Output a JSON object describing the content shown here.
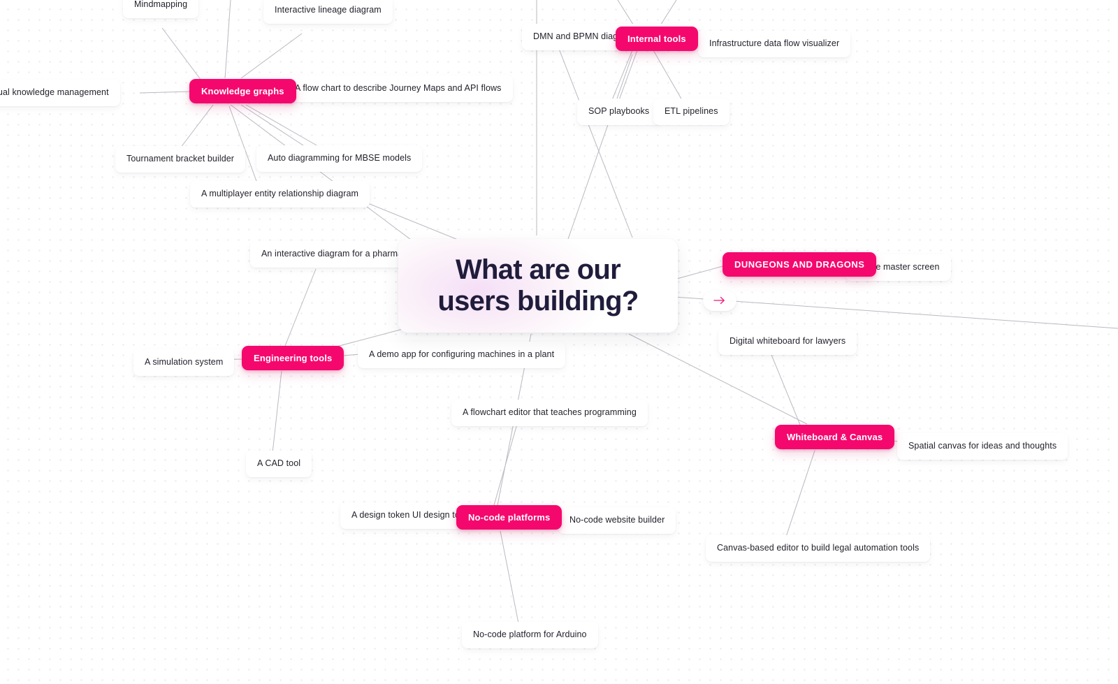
{
  "canvas": {
    "background_color": "#ffffff",
    "dot_grid_color": "#e9e9ee",
    "edge_color": "#b9b9c2",
    "accent_color": "#F5086E",
    "text_color": "#22222c",
    "hero_text_color": "#201C3B"
  },
  "hero": {
    "title": "What are our users building?",
    "line1": "What are our",
    "line2": "users building?"
  },
  "arrow_pill": {
    "icon": "arrow-right-icon",
    "color": "#F5086E"
  },
  "categories": [
    {
      "id": "knowledge-graphs",
      "label": "Knowledge graphs",
      "caps": false
    },
    {
      "id": "internal-tools",
      "label": "Internal tools",
      "caps": false
    },
    {
      "id": "dungeons-and-dragons",
      "label": "DUNGEONS AND DRAGONS",
      "caps": true
    },
    {
      "id": "engineering-tools",
      "label": "Engineering tools",
      "caps": false
    },
    {
      "id": "whiteboard-canvas",
      "label": "Whiteboard & Canvas",
      "caps": false
    },
    {
      "id": "no-code-platforms",
      "label": "No-code platforms",
      "caps": false
    }
  ],
  "leaves": [
    {
      "id": "mindmapping",
      "label": "Mindmapping",
      "parent": "knowledge-graphs"
    },
    {
      "id": "interactive-lineage-diagram",
      "label": "Interactive lineage diagram",
      "parent": "knowledge-graphs"
    },
    {
      "id": "visual-knowledge-management",
      "label": "A visual knowledge management",
      "parent": "knowledge-graphs"
    },
    {
      "id": "flow-chart-journey-maps",
      "label": "A flow chart to describe Journey Maps and API flows",
      "parent": "knowledge-graphs"
    },
    {
      "id": "tournament-bracket-builder",
      "label": "Tournament bracket builder",
      "parent": "knowledge-graphs"
    },
    {
      "id": "auto-diagramming-mbse",
      "label": "Auto diagramming for MBSE models",
      "parent": "knowledge-graphs"
    },
    {
      "id": "multiplayer-erd",
      "label": "A multiplayer entity relationship diagram",
      "parent": "knowledge-graphs"
    },
    {
      "id": "dmn-bpmn-editor",
      "label": "DMN and BPMN diagram editor",
      "parent": "internal-tools"
    },
    {
      "id": "infrastructure-data-flow",
      "label": "Infrastructure data flow visualizer",
      "parent": "internal-tools"
    },
    {
      "id": "sop-playbooks",
      "label": "SOP playbooks",
      "parent": "internal-tools"
    },
    {
      "id": "etl-pipelines",
      "label": "ETL pipelines",
      "parent": "internal-tools"
    },
    {
      "id": "game-master-screen",
      "label": "Game master screen",
      "parent": "dungeons-and-dragons"
    },
    {
      "id": "pharmaceutical-project",
      "label": "An interactive diagram for a pharmaceutical project",
      "parent": "engineering-tools"
    },
    {
      "id": "simulation-system",
      "label": "A simulation system",
      "parent": "engineering-tools"
    },
    {
      "id": "demo-app-machines",
      "label": "A demo app for configuring machines in a plant",
      "parent": "engineering-tools"
    },
    {
      "id": "cad-tool",
      "label": "A CAD tool",
      "parent": "engineering-tools"
    },
    {
      "id": "digital-whiteboard-lawyers",
      "label": "Digital whiteboard for lawyers",
      "parent": "whiteboard-canvas"
    },
    {
      "id": "spatial-canvas",
      "label": "Spatial canvas for ideas and thoughts",
      "parent": "whiteboard-canvas"
    },
    {
      "id": "canvas-legal-automation",
      "label": "Canvas-based editor to build legal automation tools",
      "parent": "whiteboard-canvas"
    },
    {
      "id": "flowchart-teaches-programming",
      "label": "A flowchart editor that teaches programming",
      "parent": "no-code-platforms"
    },
    {
      "id": "design-token-ui",
      "label": "A design token UI design tool",
      "parent": "no-code-platforms"
    },
    {
      "id": "no-code-website-builder",
      "label": "No-code website builder",
      "parent": "no-code-platforms"
    },
    {
      "id": "no-code-arduino",
      "label": "No-code platform for Arduino",
      "parent": "no-code-platforms"
    }
  ]
}
